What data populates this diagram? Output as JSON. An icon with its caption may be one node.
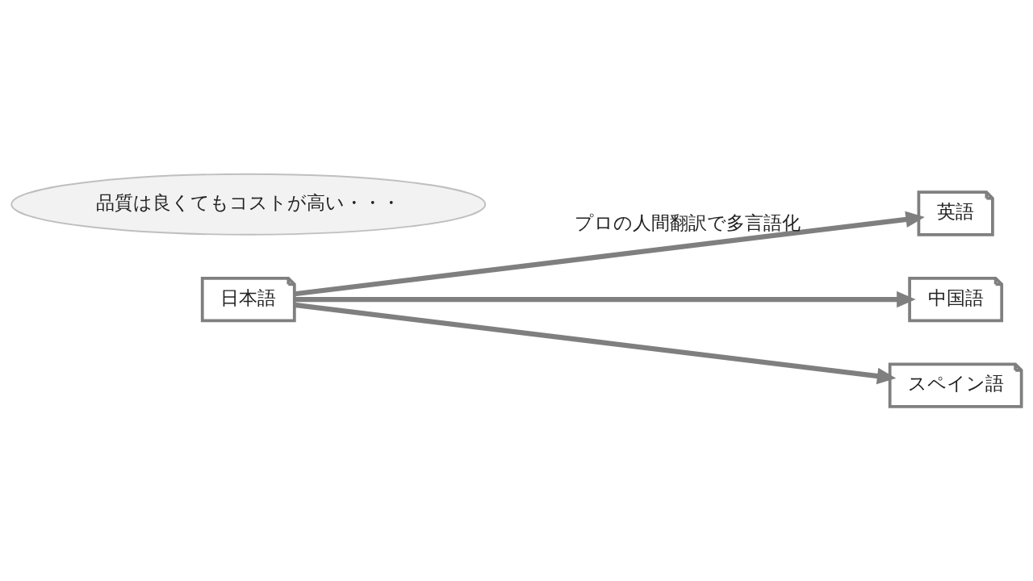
{
  "diagram": {
    "nodes": [
      {
        "text": [
          "日本語"
        ]
      },
      {
        "text": [
          "英語"
        ]
      },
      {
        "text": [
          "中国語"
        ]
      },
      {
        "text": [
          "スペイン語"
        ]
      },
      {
        "text": [
          "品質は良くてもコストが高い・・・"
        ]
      }
    ],
    "edges": [
      {
        "from": 0,
        "to": 1,
        "arrow": "to",
        "label": "プロの人間翻訳で多言語化"
      },
      {
        "from": 0,
        "to": 2,
        "arrow": "to"
      },
      {
        "from": 0,
        "to": 3,
        "arrow": "to"
      }
    ]
  }
}
